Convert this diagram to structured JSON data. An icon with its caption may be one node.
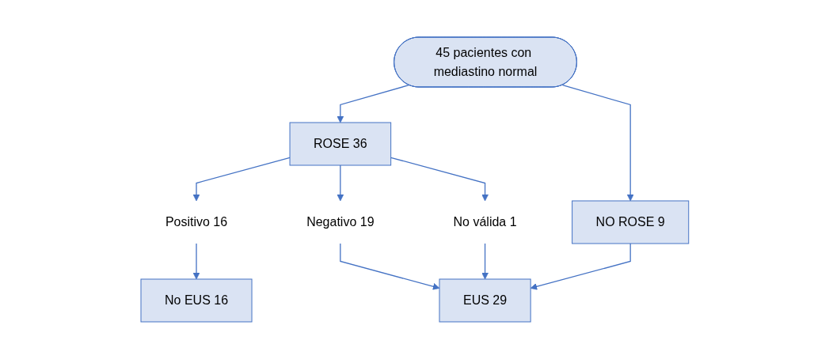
{
  "diagram": {
    "nodes": [
      {
        "text": [
          "45 pacientes con mediastino normal"
        ]
      },
      {
        "text": [
          "ROSE 36"
        ]
      },
      {
        "text": [
          "NO ROSE 9"
        ]
      },
      {
        "text": [
          "Positivo 16"
        ]
      },
      {
        "text": [
          "Negativo 19"
        ]
      },
      {
        "text": [
          "No válida 1"
        ]
      },
      {
        "text": [
          "No EUS 16"
        ]
      },
      {
        "text": [
          "EUS 29"
        ]
      }
    ],
    "edges": [
      {
        "from": 0,
        "to": 1,
        "arrow": "to"
      },
      {
        "from": 0,
        "to": 2,
        "arrow": "to"
      },
      {
        "from": 1,
        "to": 3,
        "arrow": "to"
      },
      {
        "from": 1,
        "to": 4,
        "arrow": "to"
      },
      {
        "from": 1,
        "to": 5,
        "arrow": "to"
      },
      {
        "from": 3,
        "to": 6,
        "arrow": "to"
      },
      {
        "from": 4,
        "to": 7,
        "arrow": "to"
      },
      {
        "from": 5,
        "to": 7,
        "arrow": "to"
      },
      {
        "from": 2,
        "to": 7,
        "arrow": "to"
      }
    ]
  }
}
